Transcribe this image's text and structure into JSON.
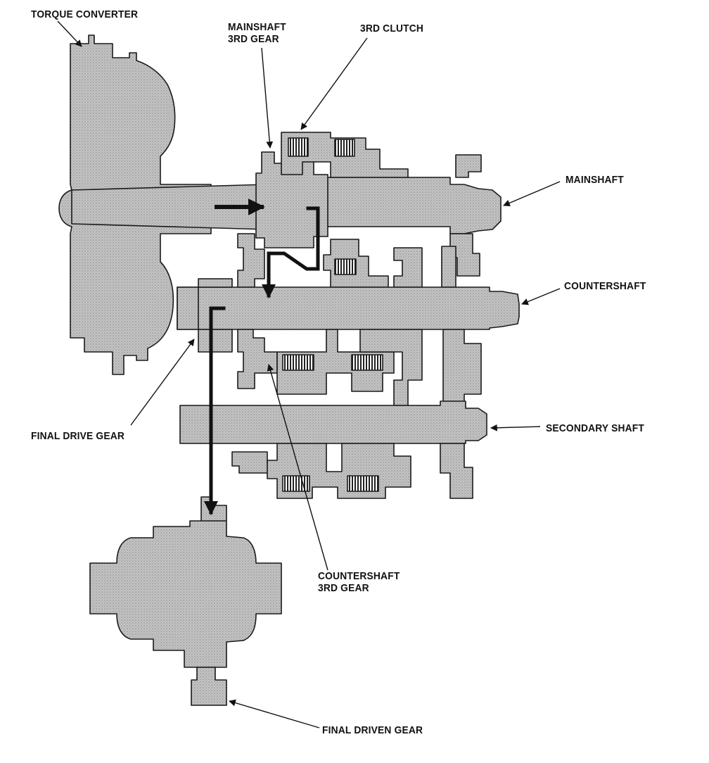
{
  "labels": {
    "torque_converter": "TORQUE CONVERTER",
    "mainshaft_3rd_gear_line1": "MAINSHAFT",
    "mainshaft_3rd_gear_line2": "3RD GEAR",
    "third_clutch": "3RD CLUTCH",
    "mainshaft": "MAINSHAFT",
    "countershaft": "COUNTERSHAFT",
    "final_drive_gear": "FINAL DRIVE GEAR",
    "secondary_shaft": "SECONDARY SHAFT",
    "countershaft_3rd_gear_line1": "COUNTERSHAFT",
    "countershaft_3rd_gear_line2": "3RD GEAR",
    "final_driven_gear": "FINAL DRIVEN GEAR"
  },
  "colors": {
    "part_fill": "#bdbdbd",
    "outline": "#1a1a1a",
    "power_flow": "#1a1a1a",
    "background": "#ffffff"
  }
}
